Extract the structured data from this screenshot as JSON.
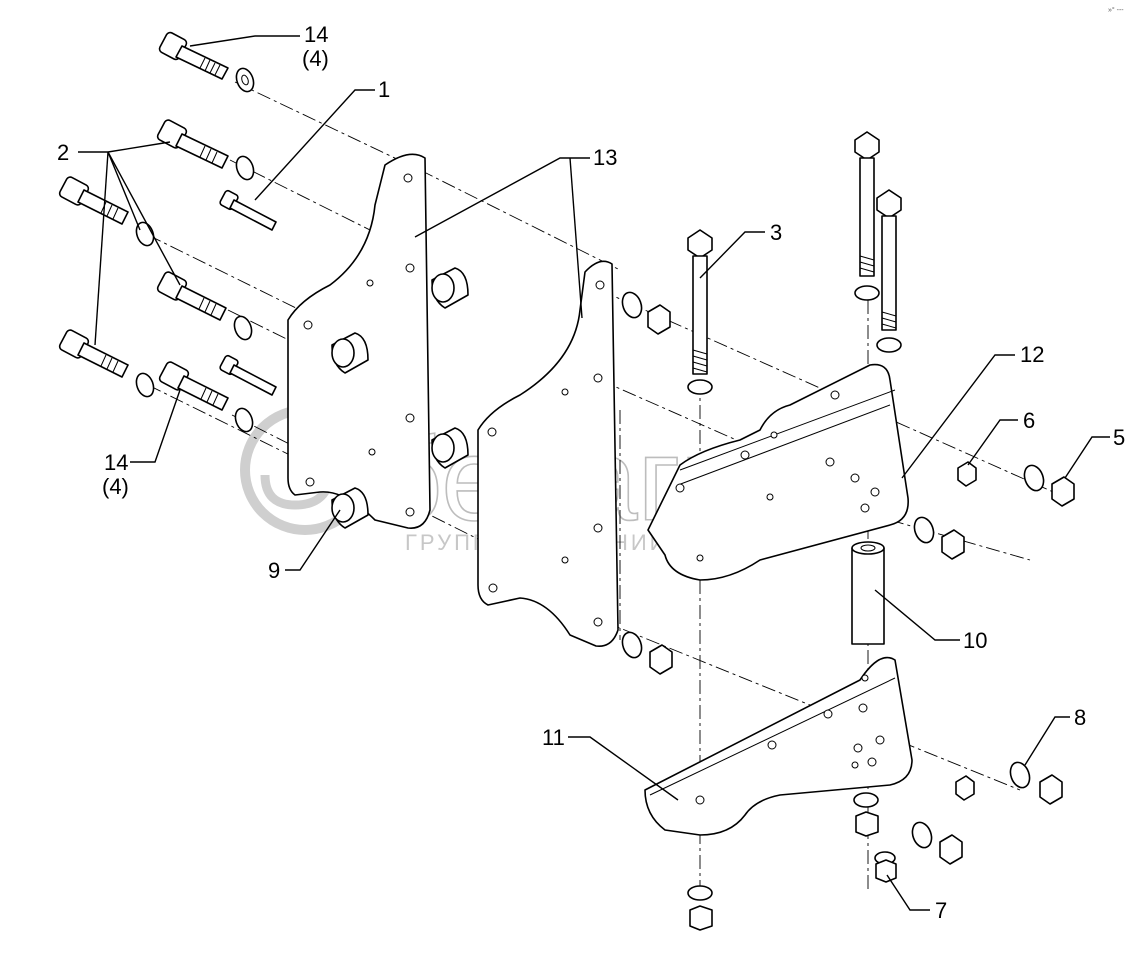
{
  "corner_mark": "»° ---",
  "watermark": {
    "brand": "белагро",
    "subtitle": "ГРУППА КОМПАНИЙ"
  },
  "callouts": {
    "c1": "1",
    "c2": "2",
    "c3": "3",
    "c5": "5",
    "c6": "6",
    "c7": "7",
    "c8": "8",
    "c9": "9",
    "c10": "10",
    "c11": "11",
    "c12": "12",
    "c13": "13",
    "c14_top": "14",
    "c14_top_qty": "(4)",
    "c14_bottom": "14",
    "c14_bottom_qty": "(4)"
  }
}
